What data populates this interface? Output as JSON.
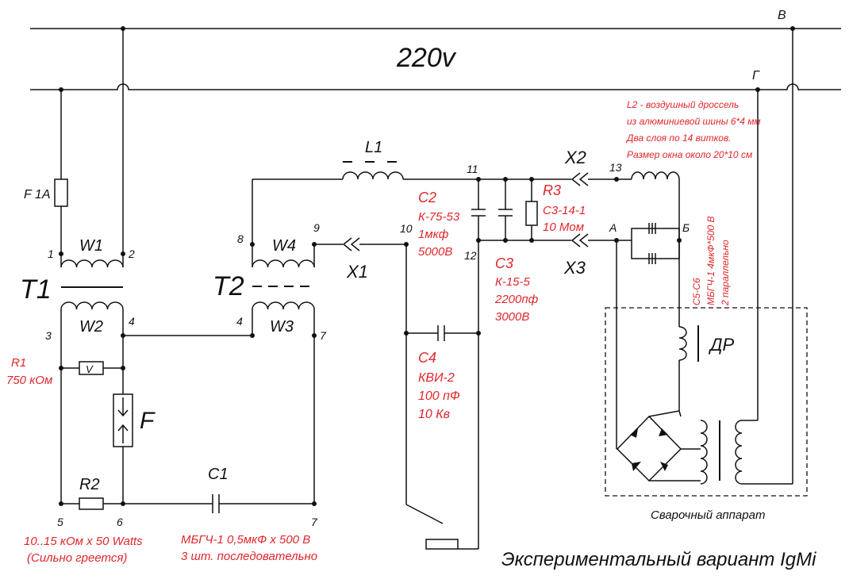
{
  "colors": {
    "ink": "#111111",
    "annotation": "#e0262b",
    "background": "#ffffff"
  },
  "mains": {
    "voltage": "220v",
    "node_v": "В",
    "node_g": "Г"
  },
  "t1": {
    "label": "T1",
    "w1": "W1",
    "w2": "W2",
    "pin1": "1",
    "pin2": "2",
    "pin3": "3",
    "pin4": "4"
  },
  "t2": {
    "label": "T2",
    "w3": "W3",
    "w4": "W4",
    "pin4": "4",
    "pin7": "7",
    "pin8": "8",
    "pin9": "9"
  },
  "fuse": {
    "label": "F 1A"
  },
  "r1": {
    "name": "R1",
    "value": "750 кОм"
  },
  "varistor": {
    "symbol": "V"
  },
  "arrester": {
    "label": "F"
  },
  "r2": {
    "name": "R2",
    "value": "10..15 кОм x 50 Watts",
    "note": "(Сильно греется)"
  },
  "c1": {
    "name": "C1",
    "value": "МБГЧ-1  0,5мкФ x 500 В",
    "note": "3 шт. последовательно"
  },
  "nodes": {
    "n5": "5",
    "n6": "6",
    "n7": "7",
    "n10": "10",
    "n11": "11",
    "n12": "12",
    "n13": "13",
    "nA": "A",
    "nB": "Б"
  },
  "l1": {
    "label": "L1"
  },
  "connectors": {
    "x1": "X1",
    "x2": "X2",
    "x3": "X3"
  },
  "c2": {
    "name": "C2",
    "type": "К-75-53",
    "cap": "1мкф",
    "volt": "5000В"
  },
  "c3": {
    "name": "C3",
    "type": "К-15-5",
    "cap": "2200пф",
    "volt": "3000В"
  },
  "r3": {
    "name": "R3",
    "type": "С3-14-1",
    "value": "10 Мом"
  },
  "c4": {
    "name": "C4",
    "type": "КВИ-2",
    "cap": "100 пФ",
    "volt": "10 Кв"
  },
  "l2_note": {
    "line1": "L2 - воздушный дроссель",
    "line2": "из алюминиевой шины 6*4 мм",
    "line3": "Два слоя по 14 витков.",
    "line4": "Размер окна около 20*10 см"
  },
  "c5c6": {
    "name": "C5-C6",
    "spec": "МБГЧ-1 4мкФ*500 В",
    "note": "2 параллельно"
  },
  "choke": {
    "label": "ДР"
  },
  "welder": {
    "caption": "Сварочный аппарат"
  },
  "title": "Экспериментальный вариант IgMi"
}
